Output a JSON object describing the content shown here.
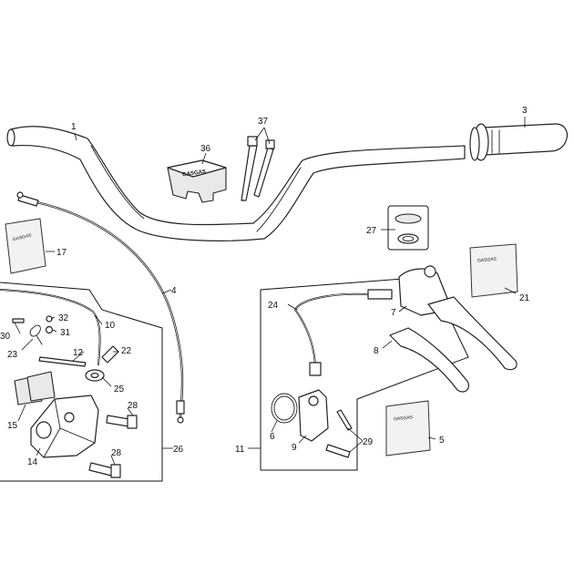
{
  "callouts": {
    "n1": "1",
    "n3": "3",
    "n4": "4",
    "n5": "5",
    "n6": "6",
    "n7": "7",
    "n8": "8",
    "n9": "9",
    "n10": "10",
    "n11": "11",
    "n12": "12",
    "n14": "14",
    "n15": "15",
    "n17": "17",
    "n21": "21",
    "n22": "22",
    "n23": "23",
    "n24": "24",
    "n25": "25",
    "n26": "26",
    "n27": "27",
    "n28a": "28",
    "n28b": "28",
    "n29": "29",
    "n30": "30",
    "n31": "31",
    "n32": "32",
    "n36": "36",
    "n37": "37"
  },
  "colors": {
    "line": "#222222",
    "fill": "#ffffff",
    "shade": "#e9e9e9"
  }
}
